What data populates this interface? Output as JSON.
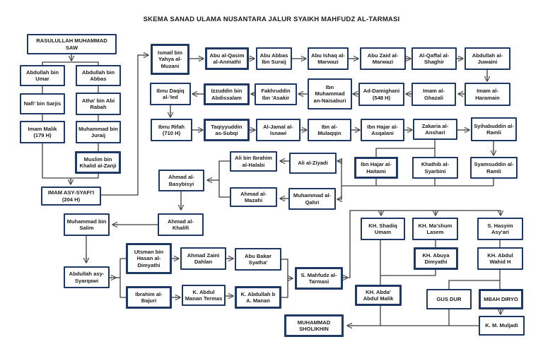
{
  "title": "SKEMA SANAD ULAMA NUSANTARA JALUR SYAIKH MAHFUDZ AL-TARMASI",
  "colors": {
    "box_border": "#1F3864",
    "line": "#3C3C3C",
    "text": "#1A1A1A",
    "background": "#FFFFFF"
  },
  "nodes": {
    "rasulullah": "RASULULLAH MUHAMMAD SAW",
    "abdullah_umar": "Abdullah bin Umar",
    "abdullah_abbas": "Abdullah bin Abbas",
    "nafi_sarjis": "Nafi' bin Sarjis",
    "atha_rabah": "Atha' bin Abi Rabah",
    "imam_malik": "Imam Malik (179 H)",
    "muhammad_juraij": "Muhammad bin Juraij",
    "muslim_zanji": "Muslim bin Khalid al-Zanji",
    "imam_syafii": "IMAM ASY-SYAFI'I (204 H)",
    "ismail_muzani": "Ismail bin Yahya al-Muzani",
    "abu_qasim": "Abu al-Qasim al-Anmathi",
    "abu_abbas_suraij": "Abu Abbas Ibn Suraij",
    "abu_ishaq": "Abu Ishaq al-Marwazi",
    "abu_zaid": "Abu Zaid al-Marwazi",
    "qaffal": "Al-Qaffal al-Shaghir",
    "juwaini": "Abdullah al-Juwaini",
    "ibnu_daqiq": "Ibnu Daqiq al-'Ied",
    "izzuddin": "Izzuddin bin Abdissalam",
    "fakhruddin": "Fakhruddin Ibn 'Asakir",
    "naisaburi": "Ibn Muhammad an-Naisaburi",
    "damighani": "Ad-Damighani (548 H)",
    "ghazali": "Imam al-Ghazali",
    "haramain": "Imam al-Haramain",
    "ibnu_rifah": "Ibnu Rifah (710 H)",
    "taqiyyuddin": "Taqiyyuddin as-Subqi",
    "jamal_isnawi": "Al-Jamal al-Isnawi",
    "ibn_mulaqqin": "Ibn al-Mulaqqin",
    "asqalani": "Ibn Hajar al-Asqalani",
    "zakaria": "Zakaria al-Anshari",
    "syihabuddin": "Syihabuddin al-Ramli",
    "ali_halabi": "Ali bin Ibrahim al-Halabi",
    "ali_ziyadi": "Ali al-Ziyadi",
    "haitami": "Ibn Hajar al-Haitami",
    "syarbini": "Khathib al-Syarbini",
    "syamsuddin": "Syamsuddin al-Ramli",
    "basybisyi": "Ahmad al-Basybisyi",
    "mazahi": "Ahmad al-Mazahi",
    "qahri": "Muhammad al-Qahri",
    "khalifi": "Ahmad al-Khalifi",
    "salim": "Muhammad bin Salim",
    "syarqawi": "Abdullah asy-Syarqawi",
    "utsman": "Utsman bin Hasan al-Dimyathi",
    "zaini_dahlan": "Ahmad Zaini Dahlan",
    "abu_bakar": "Abu Bakar Syatha'",
    "bajuri": "Ibrahim al-Bajuri",
    "abdul_manan": "K. Abdul Manan Termas",
    "abdullah_manan": "K. Abdullah b A. Manan",
    "mahfudz": "S. Mahfudz al-Tarmasi",
    "shadiq": "KH. Shadiq Umam",
    "mashum": "KH. Ma'shum Lasem",
    "hasyim": "S. Hasyim Asy'ari",
    "abuya": "KH. Abuya Dimyathi",
    "wahid": "KH. Abdul Wahid H",
    "abda": "KH. Abda' Abdul Malik",
    "gusdur": "GUS DUR",
    "mbah_diryo": "MBAH DIRYO",
    "muljadi": "K. M. Muljadi",
    "sholikhin": "MUHAMMAD SHOLIKHIN"
  }
}
